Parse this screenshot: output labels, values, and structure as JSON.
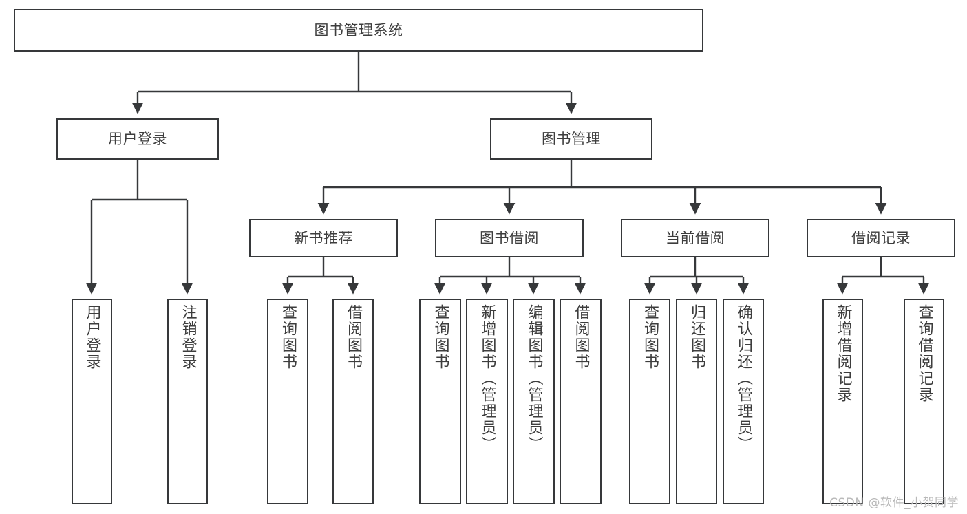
{
  "diagram": {
    "title": "图书管理系统",
    "type": "tree",
    "colors": {
      "box_border": "#36383a",
      "box_fill": "#ffffff",
      "text": "#3d3d3d",
      "edge": "#36383a",
      "watermark": "#b9b9b9",
      "background": "#ffffff"
    },
    "root": {
      "label": "图书管理系统"
    },
    "level1": [
      {
        "label": "用户登录"
      },
      {
        "label": "图书管理"
      }
    ],
    "level2": [
      {
        "label": "新书推荐"
      },
      {
        "label": "图书借阅"
      },
      {
        "label": "当前借阅"
      },
      {
        "label": "借阅记录"
      }
    ],
    "leaves": {
      "user_login": [
        {
          "label": "用户登录"
        },
        {
          "label": "注销登录"
        }
      ],
      "new_book_recommend": [
        {
          "label": "查询图书"
        },
        {
          "label": "借阅图书"
        }
      ],
      "book_borrow": [
        {
          "label": "查询图书"
        },
        {
          "label": "新增图书（管理员）"
        },
        {
          "label": "编辑图书（管理员）"
        },
        {
          "label": "借阅图书"
        }
      ],
      "current_borrow": [
        {
          "label": "查询图书"
        },
        {
          "label": "归还图书"
        },
        {
          "label": "确认归还（管理员）"
        }
      ],
      "borrow_record": [
        {
          "label": "新增借阅记录"
        },
        {
          "label": "查询借阅记录"
        }
      ]
    }
  },
  "watermark": {
    "text": "CSDN @软件_小贺同学"
  }
}
